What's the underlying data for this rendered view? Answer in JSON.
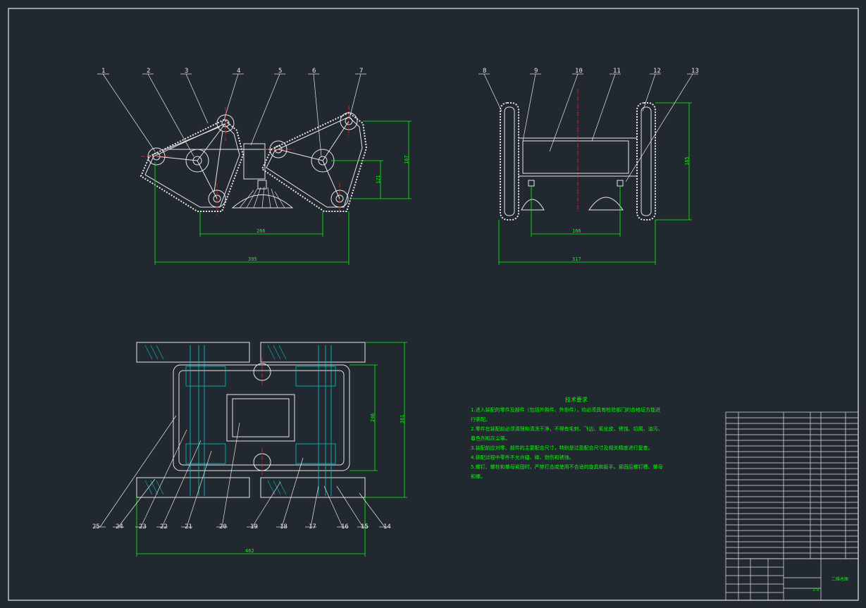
{
  "drawing": {
    "background": "#212830",
    "colors": {
      "line": "#e8e8e8",
      "dim": "#00ff00",
      "center": "#ff2020",
      "hidden": "#00c8c8",
      "text_green": "#00ff00",
      "hatch": "#00c8c8"
    },
    "part_labels": [
      "1",
      "2",
      "3",
      "4",
      "5",
      "6",
      "7",
      "8",
      "9",
      "10",
      "11",
      "12",
      "13",
      "14",
      "15",
      "16",
      "17",
      "18",
      "19",
      "20",
      "21",
      "22",
      "23",
      "24",
      "25"
    ],
    "dims": {
      "front_overall": "395",
      "front_span": "266",
      "front_height": "167",
      "front_inner": "121",
      "side_overall": "317",
      "side_inner": "166",
      "side_height": "165",
      "top_width": "462",
      "top_height": "361",
      "top_inner": "246"
    },
    "tech_req": {
      "title": "技术要求",
      "lines": [
        "1.进入装配的零件及部件（包括外购件、外协件），均必须具有检验部门的合格证方能进",
        "行装配。",
        "2.零件在装配前必须清理和清洗干净，不得有毛刺、飞边、氧化皮、锈蚀、切屑、油污、",
        "着色剂和灰尘等。",
        "3.装配前应对零、部件的主要配合尺寸，特别是过盈配合尺寸及相关精度进行复查。",
        "4.装配过程中零件不允许磕、碰、划伤和锈蚀。",
        "5.螺钉、螺栓和螺母紧固时，严禁打击或使用不合适的旋具和扳手。紧固后螺钉槽、螺母",
        "和螺。"
      ]
    },
    "title_block": {
      "drawing_name": "二维总图",
      "scale": "1:5"
    },
    "parts_list_rows": 25
  }
}
